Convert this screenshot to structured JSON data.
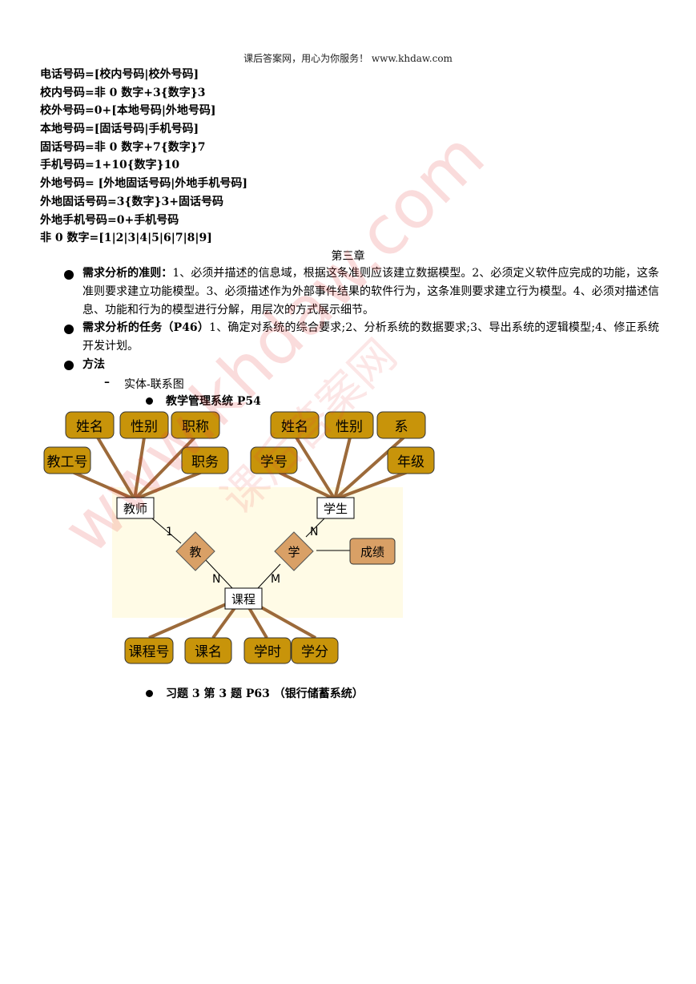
{
  "header": {
    "text": "课后答案网，用心为你服务！   www.khdaw.com"
  },
  "definitions": [
    "电话号码=[校内号码|校外号码]",
    "校内号码=非 0 数字+3{数字}3",
    "校外号码=0+[本地号码|外地号码]",
    "本地号码=[固话号码|手机号码]",
    "固话号码=非 0 数字+7{数字}7",
    "手机号码=1+10{数字}10",
    "外地号码= [外地固话号码|外地手机号码]",
    "外地固话号码=3{数字}3+固话号码",
    "外地手机号码=0+手机号码",
    "非 0 数字=[1|2|3|4|5|6|7|8|9]"
  ],
  "chapter": {
    "title": "第三章"
  },
  "bullets": {
    "principles": {
      "heading": "需求分析的准则：",
      "text": "1、必须并描述的信息域，根据这条准则应该建立数据模型。2、必须定义软件应完成的功能，这条准则要求建立功能模型。3、必须描述作为外部事件结果的软件行为，这条准则要求建立行为模型。4、必须对描述信息、功能和行为的模型进行分解，用层次的方式展示细节。"
    },
    "tasks": {
      "heading": "需求分析的任务（P46）",
      "text": "1、确定对系统的综合要求;2、分析系统的数据要求;3、导出系统的逻辑模型;4、修正系统开发计划。"
    },
    "methods": {
      "heading": "方法"
    }
  },
  "sub_item": {
    "dash": "–",
    "label": "实体-联系图"
  },
  "er_example": {
    "label": "教学管理系统 P54"
  },
  "exercise": {
    "label": "习题 3 第 3 题 P63 （银行储蓄系统）"
  },
  "diagram": {
    "teacher_attrs": [
      "姓名",
      "性别",
      "职称",
      "教工号",
      "职务"
    ],
    "student_attrs": [
      "姓名",
      "性别",
      "系",
      "学号",
      "年级"
    ],
    "course_attrs": [
      "课程号",
      "课名",
      "学时",
      "学分"
    ],
    "entities": {
      "teacher": "教师",
      "student": "学生",
      "course": "课程"
    },
    "relations": {
      "teach": "教",
      "learn": "学"
    },
    "relation_attr": "成绩",
    "cardinalities": {
      "teach_teacher": "1",
      "teach_course": "N",
      "learn_student": "N",
      "learn_course": "M"
    }
  },
  "watermarks": {
    "diagonal": "www.khdaw.com",
    "cn": "课后答案网"
  },
  "colors": {
    "attr_fill": "#c8940a",
    "line": "#9c6a3a",
    "highlight_bg": "#fffbe6",
    "grade_fill": "#d9a066"
  }
}
